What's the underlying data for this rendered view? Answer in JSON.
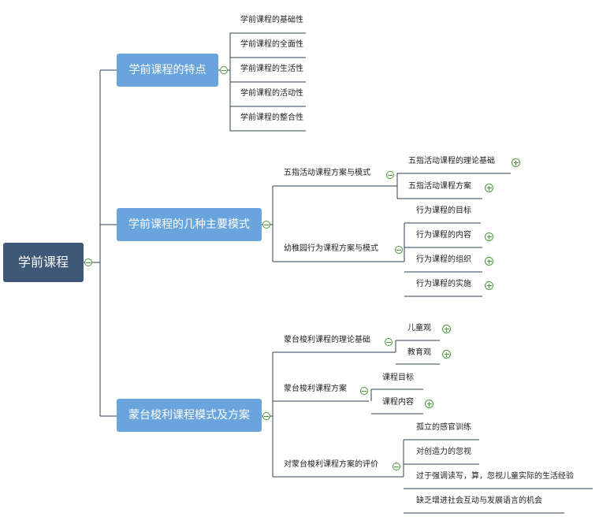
{
  "root": {
    "label": "学前课程"
  },
  "branches": [
    {
      "label": "学前课程的特点",
      "children": [
        "学前课程的基础性",
        "学前课程的全面性",
        "学前课程的生活性",
        "学前课程的活动性",
        "学前课程的整合性"
      ]
    },
    {
      "label": "学前课程的几种主要模式",
      "children": [
        {
          "label": "五指活动课程方案与模式",
          "children": [
            "五指活动课程的理论基础",
            "五指活动课程方案"
          ]
        },
        {
          "label": "幼稚园行为课程方案与模式",
          "children": [
            "行为课程的目标",
            "行为课程的内容",
            "行为课程的组织",
            "行为课程的实施"
          ]
        }
      ]
    },
    {
      "label": "蒙台梭利课程模式及方案",
      "children": [
        {
          "label": "蒙台梭利课程的理论基础",
          "children": [
            "儿童观",
            "教育观"
          ]
        },
        {
          "label": "蒙台梭利课程方案",
          "children": [
            "课程目标",
            "课程内容"
          ]
        },
        {
          "label": "对蒙台梭利课程方案的评价",
          "children": [
            "孤立的感官训练",
            "对创造力的忽视",
            "过于强调读写，算，忽视儿童实际的生活经验",
            "缺乏增进社会互动与发展语言的机会"
          ]
        }
      ]
    }
  ],
  "colors": {
    "root": "#3f5877",
    "main": "#6aa4dc",
    "line": "#2f3f52",
    "toggle": "#4a9a3a"
  }
}
